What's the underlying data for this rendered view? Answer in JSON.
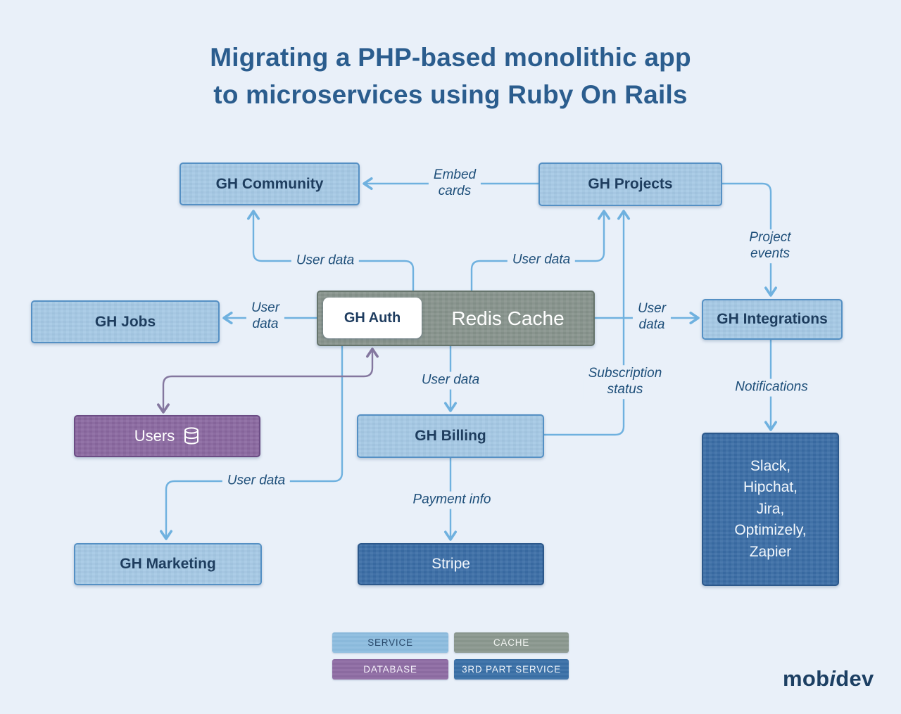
{
  "title": "Migrating a PHP-based monolithic app\nto microservices using Ruby On Rails",
  "nodes": {
    "gh_community": {
      "label": "GH Community",
      "type": "service"
    },
    "gh_projects": {
      "label": "GH Projects",
      "type": "service"
    },
    "gh_jobs": {
      "label": "GH Jobs",
      "type": "service"
    },
    "redis_cache": {
      "label": "Redis Cache",
      "type": "cache"
    },
    "gh_auth": {
      "label": "GH Auth",
      "type": "service"
    },
    "gh_integrations": {
      "label": "GH Integrations",
      "type": "service"
    },
    "users": {
      "label": "Users",
      "type": "database",
      "icon": "database-icon"
    },
    "gh_billing": {
      "label": "GH Billing",
      "type": "service"
    },
    "third_party_tools": {
      "label": "Slack,\nHipchat,\nJira,\nOptimizely,\nZapier",
      "type": "third-party-service"
    },
    "gh_marketing": {
      "label": "GH Marketing",
      "type": "service"
    },
    "stripe": {
      "label": "Stripe",
      "type": "third-party-service"
    }
  },
  "edges": {
    "embed_cards": {
      "label": "Embed\ncards",
      "from": "gh_projects",
      "to": "gh_community"
    },
    "user_data_community": {
      "label": "User data",
      "from": "redis_cache",
      "to": "gh_community"
    },
    "user_data_projects": {
      "label": "User data",
      "from": "redis_cache",
      "to": "gh_projects"
    },
    "user_data_jobs": {
      "label": "User\ndata",
      "from": "redis_cache",
      "to": "gh_jobs"
    },
    "user_data_integrations": {
      "label": "User\ndata",
      "from": "redis_cache",
      "to": "gh_integrations"
    },
    "user_data_billing": {
      "label": "User data",
      "from": "redis_cache",
      "to": "gh_billing"
    },
    "user_data_marketing": {
      "label": "User data",
      "from": "gh_auth",
      "to": "gh_marketing"
    },
    "auth_users": {
      "label": "",
      "from": "gh_auth",
      "to": "users"
    },
    "subscription_status": {
      "label": "Subscription\nstatus",
      "from": "gh_billing",
      "to": "gh_projects"
    },
    "project_events": {
      "label": "Project\nevents",
      "from": "gh_projects",
      "to": "gh_integrations"
    },
    "notifications": {
      "label": "Notifications",
      "from": "gh_integrations",
      "to": "third_party_tools"
    },
    "payment_info": {
      "label": "Payment info",
      "from": "gh_billing",
      "to": "stripe"
    }
  },
  "legend": {
    "service": "SERVICE",
    "cache": "CACHE",
    "database": "DATABASE",
    "third_part": "3RD PART SERVICE"
  },
  "logo": {
    "prefix": "mob",
    "i": "i",
    "suffix": "dev"
  },
  "colors": {
    "background": "#e9f0f9",
    "service_fill": "#a5c9e5",
    "service_border": "#5590c4",
    "cache_fill": "#87938c",
    "database_fill": "#8a68a0",
    "third_party_fill": "#3a6da6",
    "arrow_blue": "#6fb1df",
    "arrow_purple": "#84779f",
    "text_dark": "#1d4e79",
    "title": "#2b5d8e"
  }
}
